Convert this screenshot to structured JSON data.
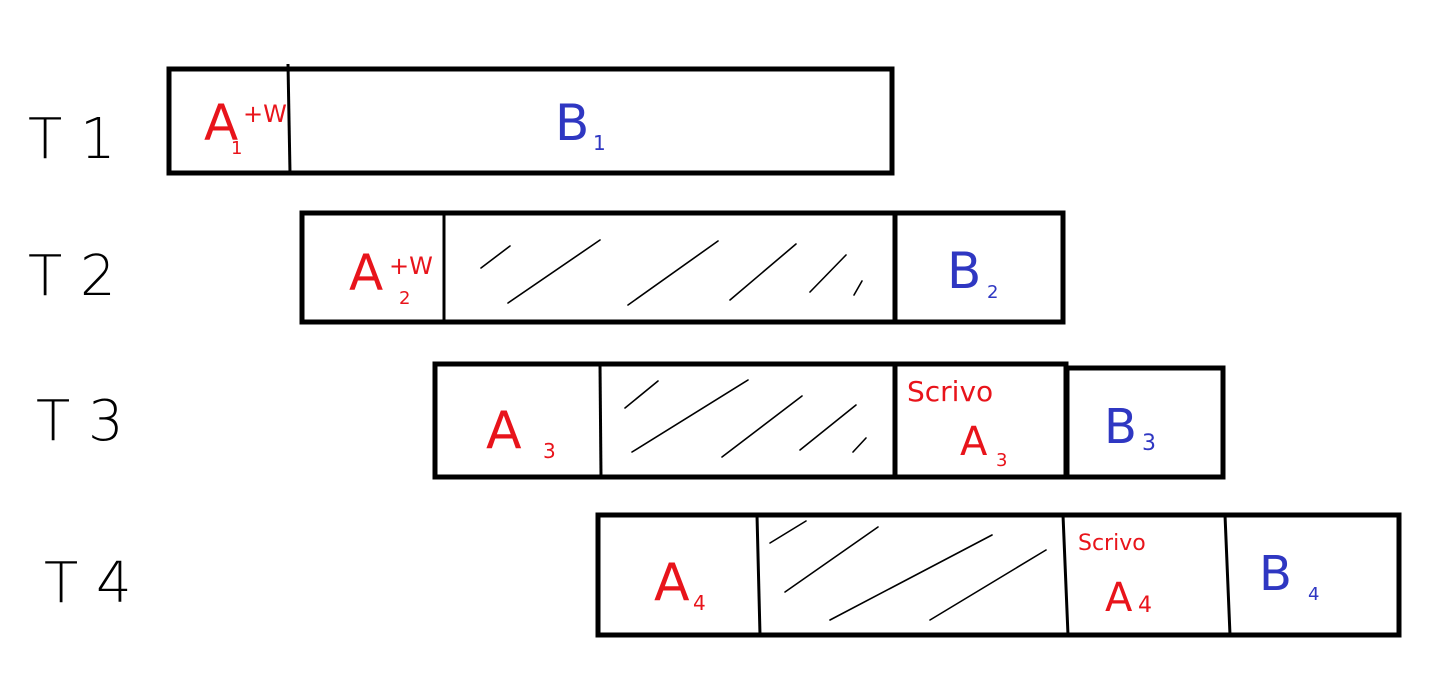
{
  "rows": [
    {
      "label": "T 1",
      "segments": [
        {
          "kind": "red",
          "main": "A",
          "sup": "+W",
          "sub": "1"
        },
        {
          "kind": "blue",
          "main": "B",
          "sub": "1"
        }
      ]
    },
    {
      "label": "T 2",
      "segments": [
        {
          "kind": "red",
          "main": "A",
          "sup": "+W",
          "sub": "2"
        },
        {
          "kind": "hatched"
        },
        {
          "kind": "blue",
          "main": "B",
          "sub": "2"
        }
      ]
    },
    {
      "label": "T 3",
      "segments": [
        {
          "kind": "red",
          "main": "A",
          "sub": "3"
        },
        {
          "kind": "hatched"
        },
        {
          "kind": "red",
          "top": "Scrivo",
          "main": "A",
          "sub": "3"
        },
        {
          "kind": "blue",
          "main": "B",
          "sub": "3"
        }
      ]
    },
    {
      "label": "T 4",
      "segments": [
        {
          "kind": "red",
          "main": "A",
          "sub": "4"
        },
        {
          "kind": "hatched"
        },
        {
          "kind": "red",
          "top": "Scrivo",
          "main": "A",
          "sub": "4"
        },
        {
          "kind": "blue",
          "main": "B",
          "sub": "4"
        }
      ]
    }
  ],
  "colors": {
    "red": "#e8141b",
    "blue": "#2f37c2",
    "ink": "#000000"
  }
}
